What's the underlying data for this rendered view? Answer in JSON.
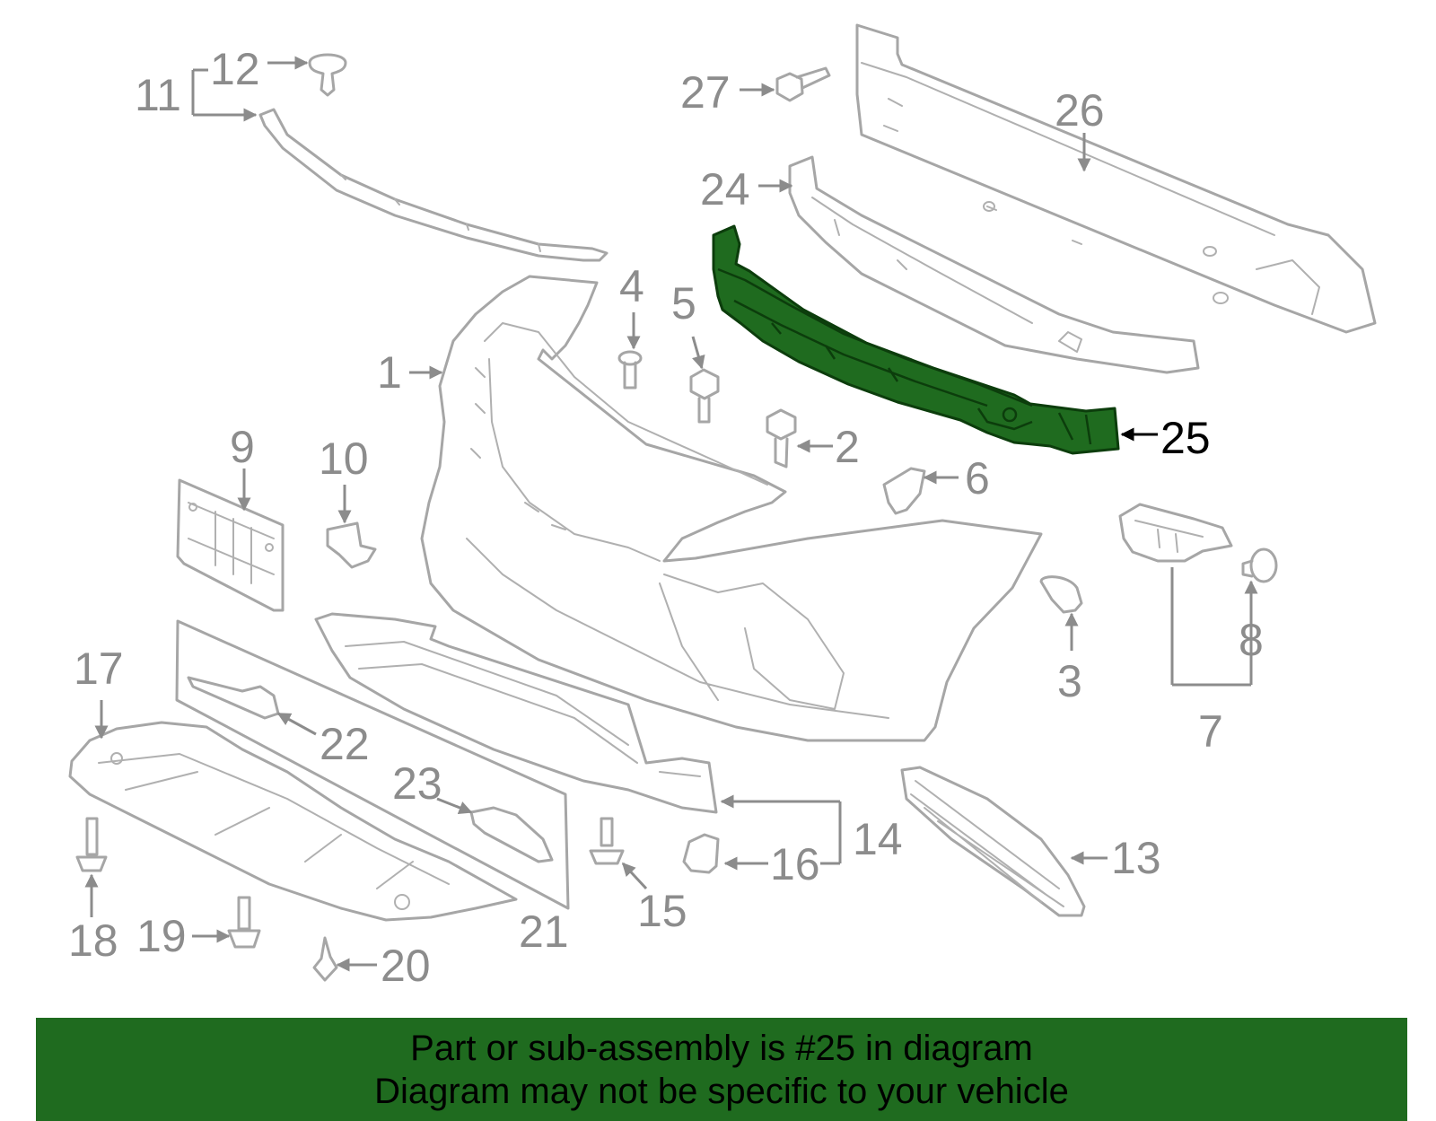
{
  "diagram": {
    "highlighted_part": "25",
    "highlight_color": "#1f6b1f",
    "part_line_color": "#a6a6a6",
    "labels": {
      "p1": "1",
      "p2": "2",
      "p3": "3",
      "p4": "4",
      "p5": "5",
      "p6": "6",
      "p7": "7",
      "p8": "8",
      "p9": "9",
      "p10": "10",
      "p11": "11",
      "p12": "12",
      "p13": "13",
      "p14": "14",
      "p15": "15",
      "p16": "16",
      "p17": "17",
      "p18": "18",
      "p19": "19",
      "p20": "20",
      "p21": "21",
      "p22": "22",
      "p23": "23",
      "p24": "24",
      "p25": "25",
      "p26": "26",
      "p27": "27"
    }
  },
  "banner": {
    "line1": "Part or sub-assembly is #25 in diagram",
    "line2": "Diagram may not be specific to your vehicle",
    "background": "#1f6b1f"
  }
}
